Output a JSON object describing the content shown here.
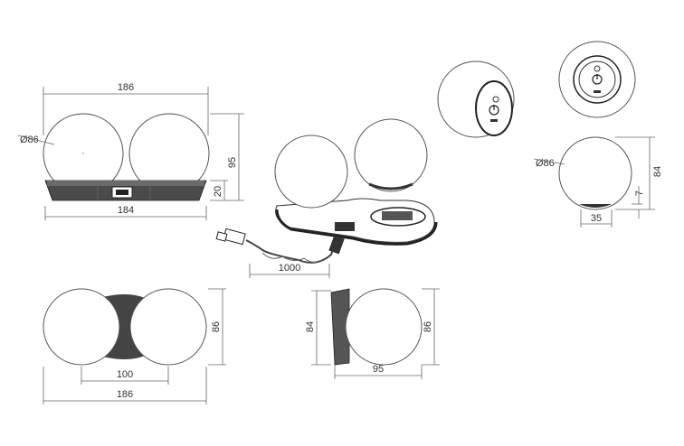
{
  "front_view": {
    "diameter": "Ø86",
    "width_top": "186",
    "width_base": "184",
    "height_total": "95",
    "height_base": "20"
  },
  "cable": {
    "length": "1000"
  },
  "side_sphere": {
    "diameter": "Ø86",
    "height": "84",
    "base_height": "7",
    "base_width": "35"
  },
  "top_view": {
    "width_total": "186",
    "spacing": "100",
    "depth": "86"
  },
  "side_view": {
    "left_height": "84",
    "right_height": "86",
    "width": "95"
  }
}
